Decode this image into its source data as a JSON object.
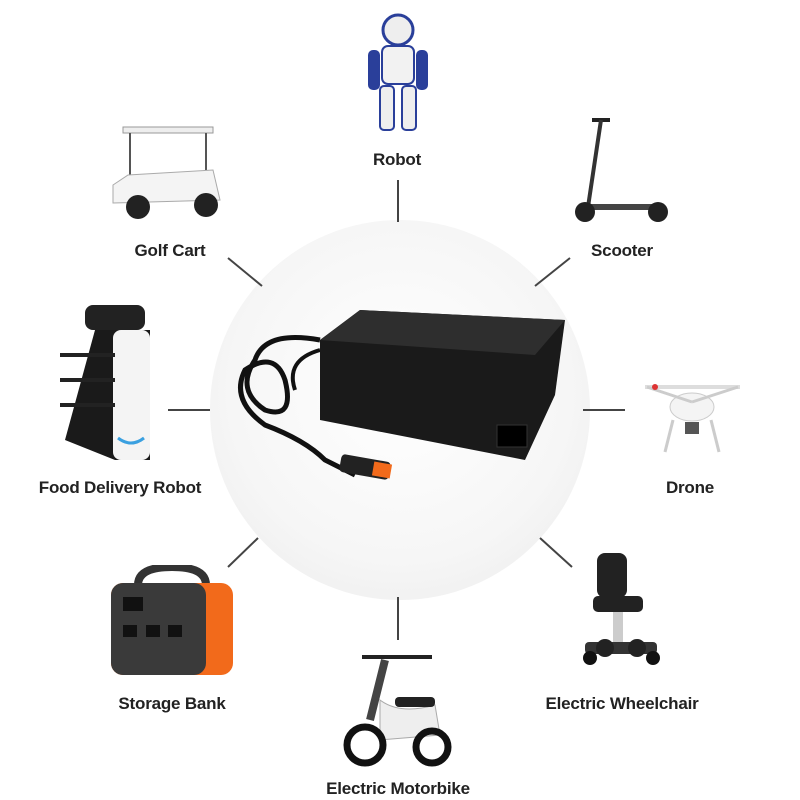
{
  "center_product": "charger-icon",
  "applications": [
    {
      "label": "Robot",
      "icon": "robot-icon"
    },
    {
      "label": "Scooter",
      "icon": "scooter-icon"
    },
    {
      "label": "Drone",
      "icon": "drone-icon"
    },
    {
      "label": "Electric Wheelchair",
      "icon": "wheelchair-icon"
    },
    {
      "label": "Electric  Motorbike",
      "icon": "motorbike-icon"
    },
    {
      "label": "Storage Bank",
      "icon": "power-station-icon"
    },
    {
      "label": "Food Delivery Robot",
      "icon": "delivery-robot-icon"
    },
    {
      "label": "Golf Cart",
      "icon": "golf-cart-icon"
    }
  ],
  "colors": {
    "accent": "#f26a1b",
    "line": "#444444",
    "circle": "#efefef"
  }
}
